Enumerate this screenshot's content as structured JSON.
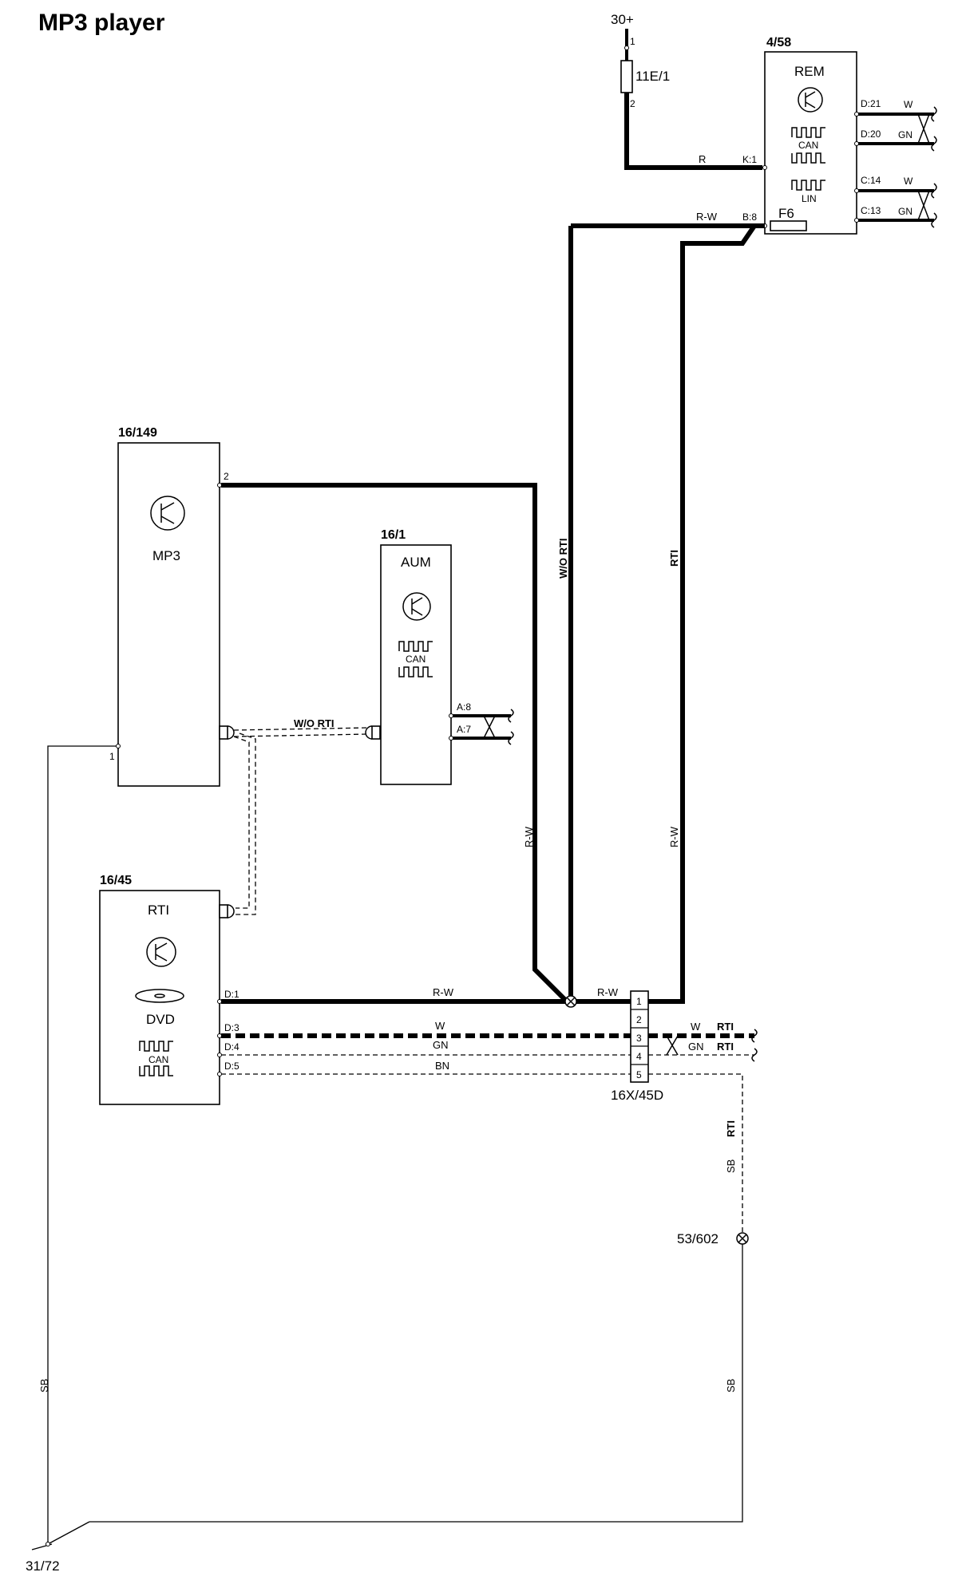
{
  "title": "MP3 player",
  "supply": {
    "label": "30+",
    "pin_top": "1",
    "pin_bottom": "2",
    "fuse": "11E/1"
  },
  "rem": {
    "id": "4/58",
    "name": "REM",
    "can": "CAN",
    "lin": "LIN",
    "fuse": "F6",
    "pins": {
      "k1": "K:1",
      "b8": "B:8",
      "d21": "D:21",
      "d20": "D:20",
      "c14": "C:14",
      "c13": "C:13"
    },
    "colors": {
      "d21": "W",
      "d20": "GN",
      "c14": "W",
      "c13": "GN"
    }
  },
  "mp3": {
    "id": "16/149",
    "name": "MP3",
    "pin2": "2",
    "pin1": "1"
  },
  "aum": {
    "id": "16/1",
    "name": "AUM",
    "can": "CAN",
    "pin_a8": "A:8",
    "pin_a7": "A:7"
  },
  "rti_unit": {
    "id": "16/45",
    "name": "RTI",
    "dvd": "DVD",
    "can": "CAN",
    "pins": {
      "d1": "D:1",
      "d3": "D:3",
      "d4": "D:4",
      "d5": "D:5"
    }
  },
  "connector": {
    "id": "16X/45D",
    "pins": [
      "1",
      "2",
      "3",
      "4",
      "5"
    ]
  },
  "wires": {
    "r": "R",
    "rw_top": "R-W",
    "wo_rti_vertical": "W/O RTI",
    "rti_vertical": "RTI",
    "rw_left_vertical": "R-W",
    "rw_right_vertical": "R-W",
    "wo_rti_coax": "W/O RTI",
    "rw_d1": "R-W",
    "rw_junction": "R-W",
    "w": "W",
    "gn": "GN",
    "bn": "BN",
    "w_right": "W",
    "gn_right": "GN",
    "rti_tag1": "RTI",
    "rti_tag2": "RTI",
    "rti_vertical2": "RTI",
    "sb_upper": "SB",
    "sb_lower": "SB",
    "sb_left": "SB"
  },
  "ground_point": "53/602",
  "ground": "31/72"
}
